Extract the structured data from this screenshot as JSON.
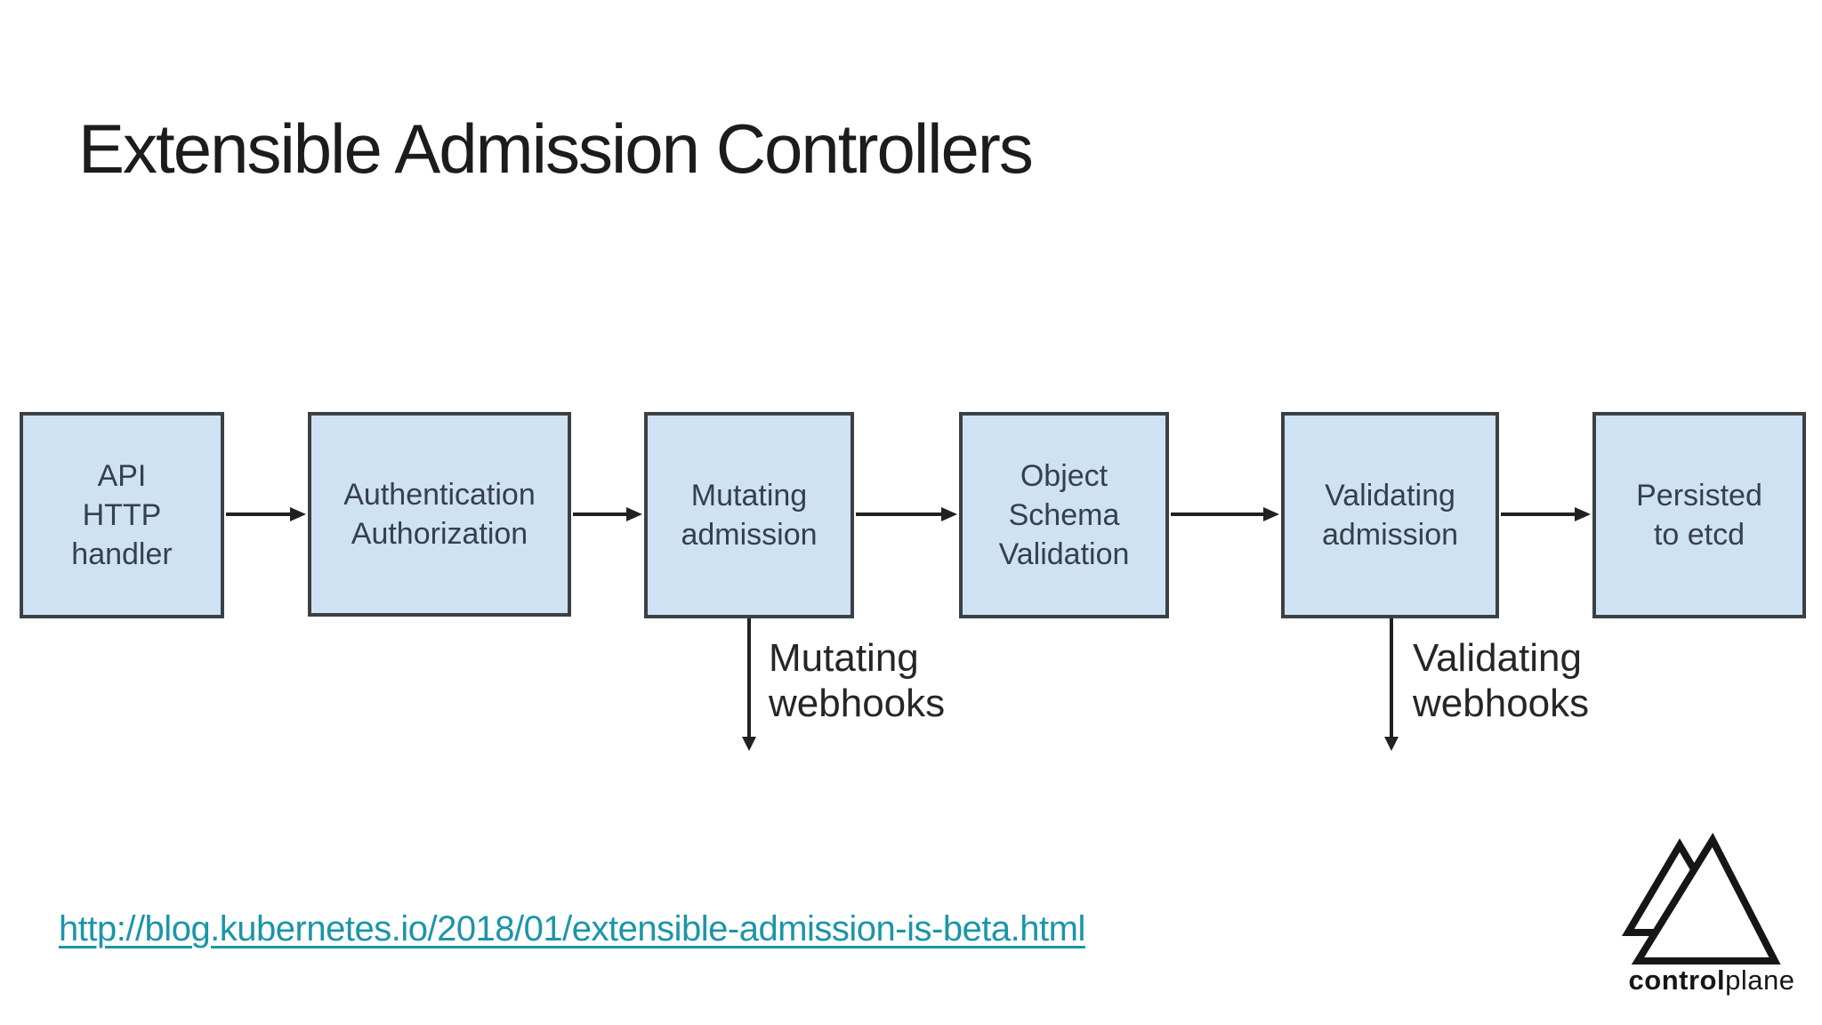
{
  "slide": {
    "title": "Extensible Admission Controllers",
    "source_link": "http://blog.kubernetes.io/2018/01/extensible-admission-is-beta.html"
  },
  "pipeline": {
    "boxes": [
      {
        "label": "API\nHTTP\nhandler"
      },
      {
        "label": "Authentication\nAuthorization"
      },
      {
        "label": "Mutating\nadmission"
      },
      {
        "label": "Object\nSchema\nValidation"
      },
      {
        "label": "Validating\nadmission"
      },
      {
        "label": "Persisted\nto etcd"
      }
    ],
    "webhook_labels": [
      {
        "label": "Mutating\nwebhooks"
      },
      {
        "label": "Validating\nwebhooks"
      }
    ]
  },
  "logo": {
    "bold_text": "control",
    "light_text": "plane"
  },
  "colors": {
    "box_fill": "#cfe2f3",
    "box_border": "#3b4045",
    "box_text": "#35404d",
    "arrow_color": "#212121",
    "webhook_text": "#262626",
    "title_text": "#1c1c1c",
    "link_color": "#1b95a9",
    "logo_color": "#161616"
  }
}
